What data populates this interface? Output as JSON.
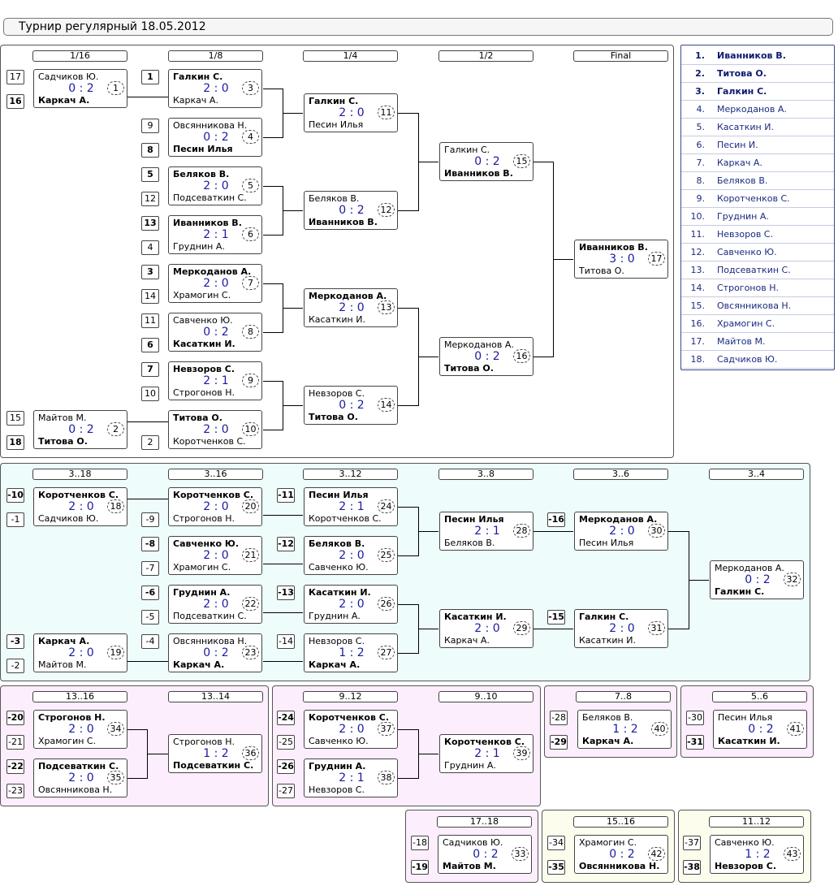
{
  "title": "Турнир регулярный 18.05.2012",
  "round_headers": {
    "main": [
      "1/16",
      "1/8",
      "1/4",
      "1/2",
      "Final"
    ],
    "consolation": [
      "3..18",
      "3..16",
      "3..12",
      "3..8",
      "3..6",
      "3..4"
    ],
    "p13": [
      "13..16",
      "13..14"
    ],
    "p9": [
      "9..12",
      "9..10"
    ],
    "p7": [
      "7..8"
    ],
    "p5": [
      "5..6"
    ],
    "p17": [
      "17..18"
    ],
    "p15": [
      "15..16"
    ],
    "p11": [
      "11..12"
    ]
  },
  "matches": [
    {
      "id": "m1",
      "p1": "Садчиков Ю.",
      "p2": "Каркач А.",
      "score": "0 : 2",
      "num": "1",
      "winner": 2
    },
    {
      "id": "m3",
      "p1": "Галкин С.",
      "p2": "Каркач А.",
      "score": "2 : 0",
      "num": "3",
      "winner": 1
    },
    {
      "id": "m4",
      "p1": "Овсянникова Н.",
      "p2": "Песин Илья",
      "score": "0 : 2",
      "num": "4",
      "winner": 2
    },
    {
      "id": "m5",
      "p1": "Беляков В.",
      "p2": "Подсеваткин С.",
      "score": "2 : 0",
      "num": "5",
      "winner": 1
    },
    {
      "id": "m6",
      "p1": "Иванников В.",
      "p2": "Груднин А.",
      "score": "2 : 1",
      "num": "6",
      "winner": 1
    },
    {
      "id": "m7",
      "p1": "Меркоданов А.",
      "p2": "Храмогин С.",
      "score": "2 : 0",
      "num": "7",
      "winner": 1
    },
    {
      "id": "m8",
      "p1": "Савченко Ю.",
      "p2": "Касаткин И.",
      "score": "0 : 2",
      "num": "8",
      "winner": 2
    },
    {
      "id": "m9",
      "p1": "Невзоров С.",
      "p2": "Строгонов Н.",
      "score": "2 : 1",
      "num": "9",
      "winner": 1
    },
    {
      "id": "m10",
      "p1": "Титова О.",
      "p2": "Коротченков С.",
      "score": "2 : 0",
      "num": "10",
      "winner": 1
    },
    {
      "id": "m2",
      "p1": "Майтов М.",
      "p2": "Титова О.",
      "score": "0 : 2",
      "num": "2",
      "winner": 2
    },
    {
      "id": "m11",
      "p1": "Галкин С.",
      "p2": "Песин Илья",
      "score": "2 : 0",
      "num": "11",
      "winner": 1
    },
    {
      "id": "m12",
      "p1": "Беляков В.",
      "p2": "Иванников В.",
      "score": "0 : 2",
      "num": "12",
      "winner": 2
    },
    {
      "id": "m13",
      "p1": "Меркоданов А.",
      "p2": "Касаткин И.",
      "score": "2 : 0",
      "num": "13",
      "winner": 1
    },
    {
      "id": "m14",
      "p1": "Невзоров С.",
      "p2": "Титова О.",
      "score": "0 : 2",
      "num": "14",
      "winner": 2
    },
    {
      "id": "m15",
      "p1": "Галкин С.",
      "p2": "Иванников В.",
      "score": "0 : 2",
      "num": "15",
      "winner": 2
    },
    {
      "id": "m16",
      "p1": "Меркоданов А.",
      "p2": "Титова О.",
      "score": "0 : 2",
      "num": "16",
      "winner": 2
    },
    {
      "id": "m17",
      "p1": "Иванников В.",
      "p2": "Титова О.",
      "score": "3 : 0",
      "num": "17",
      "winner": 1
    },
    {
      "id": "m18",
      "p1": "Коротченков С.",
      "p2": "Садчиков Ю.",
      "score": "2 : 0",
      "num": "18",
      "winner": 1
    },
    {
      "id": "m19",
      "p1": "Каркач А.",
      "p2": "Майтов М.",
      "score": "2 : 0",
      "num": "19",
      "winner": 1
    },
    {
      "id": "m20",
      "p1": "Коротченков С.",
      "p2": "Строгонов Н.",
      "score": "2 : 0",
      "num": "20",
      "winner": 1
    },
    {
      "id": "m21",
      "p1": "Савченко Ю.",
      "p2": "Храмогин С.",
      "score": "2 : 0",
      "num": "21",
      "winner": 1
    },
    {
      "id": "m22",
      "p1": "Груднин А.",
      "p2": "Подсеваткин С.",
      "score": "2 : 0",
      "num": "22",
      "winner": 1
    },
    {
      "id": "m23",
      "p1": "Овсянникова Н.",
      "p2": "Каркач А.",
      "score": "0 : 2",
      "num": "23",
      "winner": 2
    },
    {
      "id": "m24",
      "p1": "Песин Илья",
      "p2": "Коротченков С.",
      "score": "2 : 1",
      "num": "24",
      "winner": 1
    },
    {
      "id": "m25",
      "p1": "Беляков В.",
      "p2": "Савченко Ю.",
      "score": "2 : 0",
      "num": "25",
      "winner": 1
    },
    {
      "id": "m26",
      "p1": "Касаткин И.",
      "p2": "Груднин А.",
      "score": "2 : 0",
      "num": "26",
      "winner": 1
    },
    {
      "id": "m27",
      "p1": "Невзоров С.",
      "p2": "Каркач А.",
      "score": "1 : 2",
      "num": "27",
      "winner": 2
    },
    {
      "id": "m28",
      "p1": "Песин Илья",
      "p2": "Беляков В.",
      "score": "2 : 1",
      "num": "28",
      "winner": 1
    },
    {
      "id": "m29",
      "p1": "Касаткин И.",
      "p2": "Каркач А.",
      "score": "2 : 0",
      "num": "29",
      "winner": 1
    },
    {
      "id": "m30",
      "p1": "Меркоданов А.",
      "p2": "Песин Илья",
      "score": "2 : 0",
      "num": "30",
      "winner": 1
    },
    {
      "id": "m31",
      "p1": "Галкин С.",
      "p2": "Касаткин И.",
      "score": "2 : 0",
      "num": "31",
      "winner": 1
    },
    {
      "id": "m32",
      "p1": "Меркоданов А.",
      "p2": "Галкин С.",
      "score": "0 : 2",
      "num": "32",
      "winner": 2
    },
    {
      "id": "m34",
      "p1": "Строгонов Н.",
      "p2": "Храмогин С.",
      "score": "2 : 0",
      "num": "34",
      "winner": 1
    },
    {
      "id": "m35",
      "p1": "Подсеваткин С.",
      "p2": "Овсянникова Н.",
      "score": "2 : 0",
      "num": "35",
      "winner": 1
    },
    {
      "id": "m36",
      "p1": "Строгонов Н.",
      "p2": "Подсеваткин С.",
      "score": "1 : 2",
      "num": "36",
      "winner": 2
    },
    {
      "id": "m37",
      "p1": "Коротченков С.",
      "p2": "Савченко Ю.",
      "score": "2 : 0",
      "num": "37",
      "winner": 1
    },
    {
      "id": "m38",
      "p1": "Груднин А.",
      "p2": "Невзоров С.",
      "score": "2 : 1",
      "num": "38",
      "winner": 1
    },
    {
      "id": "m39",
      "p1": "Коротченков С.",
      "p2": "Груднин А.",
      "score": "2 : 1",
      "num": "39",
      "winner": 1
    },
    {
      "id": "m40",
      "p1": "Беляков В.",
      "p2": "Каркач А.",
      "score": "1 : 2",
      "num": "40",
      "winner": 2
    },
    {
      "id": "m41",
      "p1": "Песин Илья",
      "p2": "Касаткин И.",
      "score": "0 : 2",
      "num": "41",
      "winner": 2
    },
    {
      "id": "m33",
      "p1": "Садчиков Ю.",
      "p2": "Майтов М.",
      "score": "0 : 2",
      "num": "33",
      "winner": 2
    },
    {
      "id": "m42",
      "p1": "Храмогин С.",
      "p2": "Овсянникова Н.",
      "score": "0 : 2",
      "num": "42",
      "winner": 2
    },
    {
      "id": "m43",
      "p1": "Савченко Ю.",
      "p2": "Невзоров С.",
      "score": "1 : 2",
      "num": "43",
      "winner": 2
    }
  ],
  "seeds": [
    {
      "id": "s17",
      "v": "17",
      "w": false
    },
    {
      "id": "s16",
      "v": "16",
      "w": true
    },
    {
      "id": "s1",
      "v": "1",
      "w": true
    },
    {
      "id": "s9",
      "v": "9",
      "w": false
    },
    {
      "id": "s8",
      "v": "8",
      "w": true
    },
    {
      "id": "s5",
      "v": "5",
      "w": true
    },
    {
      "id": "s12",
      "v": "12",
      "w": false
    },
    {
      "id": "s13",
      "v": "13",
      "w": true
    },
    {
      "id": "s4",
      "v": "4",
      "w": false
    },
    {
      "id": "s3",
      "v": "3",
      "w": true
    },
    {
      "id": "s14",
      "v": "14",
      "w": false
    },
    {
      "id": "s11",
      "v": "11",
      "w": false
    },
    {
      "id": "s6",
      "v": "6",
      "w": true
    },
    {
      "id": "s7",
      "v": "7",
      "w": true
    },
    {
      "id": "s10",
      "v": "10",
      "w": false
    },
    {
      "id": "s15",
      "v": "15",
      "w": false
    },
    {
      "id": "s18",
      "v": "18",
      "w": true
    },
    {
      "id": "s2",
      "v": "2",
      "w": false
    },
    {
      "id": "sm10",
      "v": "-10",
      "w": true
    },
    {
      "id": "sm1",
      "v": "-1",
      "w": false
    },
    {
      "id": "sm3",
      "v": "-3",
      "w": true
    },
    {
      "id": "sm2",
      "v": "-2",
      "w": false
    },
    {
      "id": "sm9",
      "v": "-9",
      "w": false
    },
    {
      "id": "sm8",
      "v": "-8",
      "w": true
    },
    {
      "id": "sm7",
      "v": "-7",
      "w": false
    },
    {
      "id": "sm6",
      "v": "-6",
      "w": true
    },
    {
      "id": "sm5",
      "v": "-5",
      "w": false
    },
    {
      "id": "sm4",
      "v": "-4",
      "w": false
    },
    {
      "id": "sm11",
      "v": "-11",
      "w": true
    },
    {
      "id": "sm12",
      "v": "-12",
      "w": true
    },
    {
      "id": "sm13",
      "v": "-13",
      "w": true
    },
    {
      "id": "sm14",
      "v": "-14",
      "w": false
    },
    {
      "id": "sm16",
      "v": "-16",
      "w": true
    },
    {
      "id": "sm15",
      "v": "-15",
      "w": true
    },
    {
      "id": "sm20",
      "v": "-20",
      "w": true
    },
    {
      "id": "sm21",
      "v": "-21",
      "w": false
    },
    {
      "id": "sm22",
      "v": "-22",
      "w": true
    },
    {
      "id": "sm23",
      "v": "-23",
      "w": false
    },
    {
      "id": "sm24",
      "v": "-24",
      "w": true
    },
    {
      "id": "sm25",
      "v": "-25",
      "w": false
    },
    {
      "id": "sm26",
      "v": "-26",
      "w": true
    },
    {
      "id": "sm27",
      "v": "-27",
      "w": false
    },
    {
      "id": "sm28",
      "v": "-28",
      "w": false
    },
    {
      "id": "sm29",
      "v": "-29",
      "w": true
    },
    {
      "id": "sm30",
      "v": "-30",
      "w": false
    },
    {
      "id": "sm31",
      "v": "-31",
      "w": true
    },
    {
      "id": "sm18",
      "v": "-18",
      "w": false
    },
    {
      "id": "sm19",
      "v": "-19",
      "w": true
    },
    {
      "id": "sm34",
      "v": "-34",
      "w": false
    },
    {
      "id": "sm35",
      "v": "-35",
      "w": true
    },
    {
      "id": "sm37",
      "v": "-37",
      "w": false
    },
    {
      "id": "sm38",
      "v": "-38",
      "w": true
    }
  ],
  "standings": [
    {
      "rank": "1.",
      "name": "Иванников В."
    },
    {
      "rank": "2.",
      "name": "Титова О."
    },
    {
      "rank": "3.",
      "name": "Галкин С."
    },
    {
      "rank": "4.",
      "name": "Меркоданов А."
    },
    {
      "rank": "5.",
      "name": "Касаткин И."
    },
    {
      "rank": "6.",
      "name": "Песин И."
    },
    {
      "rank": "7.",
      "name": "Каркач А."
    },
    {
      "rank": "8.",
      "name": "Беляков В."
    },
    {
      "rank": "9.",
      "name": "Коротченков С."
    },
    {
      "rank": "10.",
      "name": "Груднин А."
    },
    {
      "rank": "11.",
      "name": "Невзоров С."
    },
    {
      "rank": "12.",
      "name": "Савченко Ю."
    },
    {
      "rank": "13.",
      "name": "Подсеваткин С."
    },
    {
      "rank": "14.",
      "name": "Строгонов Н."
    },
    {
      "rank": "15.",
      "name": "Овсянникова Н."
    },
    {
      "rank": "16.",
      "name": "Храмогин С."
    },
    {
      "rank": "17.",
      "name": "Майтов М."
    },
    {
      "rank": "18.",
      "name": "Садчиков Ю."
    }
  ],
  "colors": {
    "main_bg": "#ffffff",
    "consolation_bg": "#eefcfc",
    "pink_bg": "#fdeefd",
    "yellow_bg": "#fdfdee",
    "score_color": "#1a1aa0",
    "standings_text": "#1a2a80"
  }
}
